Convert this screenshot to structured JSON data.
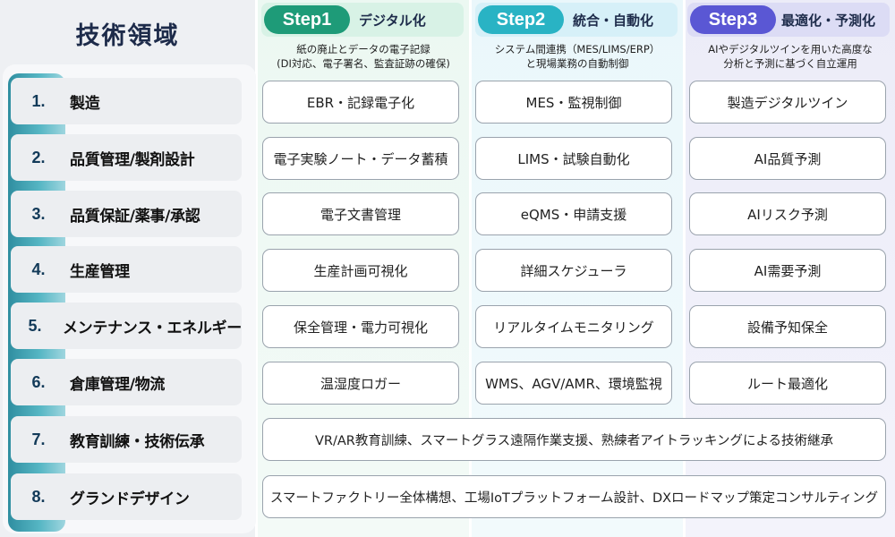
{
  "title": "技術領域",
  "steps": [
    {
      "badge": "Step1",
      "title": "デジタル化",
      "desc_line1": "紙の廃止とデータの電子記録",
      "desc_line2": "(DI対応、電子署名、監査証跡の確保)",
      "color": "#1e9b78"
    },
    {
      "badge": "Step2",
      "title": "統合・自動化",
      "desc_line1": "システム間連携（MES/LIMS/ERP）",
      "desc_line2": "と現場業務の自動制御",
      "color": "#29b3c4"
    },
    {
      "badge": "Step3",
      "title": "最適化・予測化",
      "desc_line1": "AIやデジタルツインを用いた高度な",
      "desc_line2": "分析と予測に基づく自立運用",
      "color": "#5a57d4"
    }
  ],
  "rows": [
    {
      "num": "1.",
      "label": "製造",
      "step1": "EBR・記録電子化",
      "step2": "MES・監視制御",
      "step3": "製造デジタルツイン"
    },
    {
      "num": "2.",
      "label": "品質管理/製剤設計",
      "step1": "電子実験ノート・データ蓄積",
      "step2": "LIMS・試験自動化",
      "step3": "AI品質予測"
    },
    {
      "num": "3.",
      "label": "品質保証/薬事/承認",
      "step1": "電子文書管理",
      "step2": "eQMS・申請支援",
      "step3": "AIリスク予測"
    },
    {
      "num": "4.",
      "label": "生産管理",
      "step1": "生産計画可視化",
      "step2": "詳細スケジューラ",
      "step3": "AI需要予測"
    },
    {
      "num": "5.",
      "label": "メンテナンス・エネルギー",
      "step1": "保全管理・電力可視化",
      "step2": "リアルタイムモニタリング",
      "step3": "設備予知保全"
    },
    {
      "num": "6.",
      "label": "倉庫管理/物流",
      "step1": "温湿度ロガー",
      "step2": "WMS、AGV/AMR、環境監視",
      "step3": "ルート最適化"
    },
    {
      "num": "7.",
      "label": "教育訓練・技術伝承",
      "span": "VR/AR教育訓練、スマートグラス遠隔作業支援、熟練者アイトラッキングによる技術継承"
    },
    {
      "num": "8.",
      "label": "グランドデザイン",
      "span": "スマートファクトリー全体構想、工場IoTプラットフォーム設計、DXロードマップ策定コンサルティング"
    }
  ]
}
